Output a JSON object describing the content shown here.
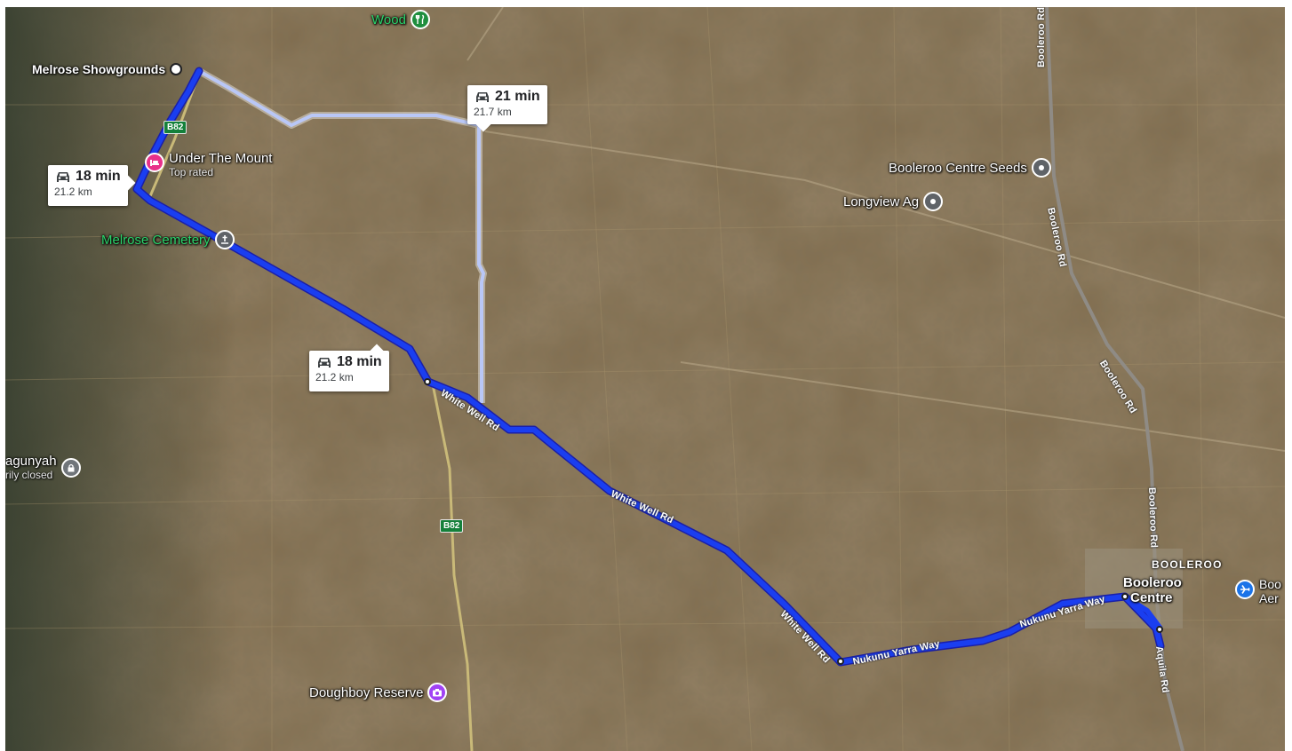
{
  "map": {
    "origin_label": "Melrose Showgrounds",
    "places": {
      "wood": {
        "name": "Wood",
        "icon": "restaurant-icon",
        "color": "#1e8e3e"
      },
      "under_the_mount": {
        "name": "Under The Mount",
        "subtitle": "Top rated",
        "icon": "hotel-icon",
        "color": "#e8318a"
      },
      "melrose_cemetery": {
        "name": "Melrose Cemetery",
        "icon": "cemetery-icon",
        "color": "#1e8e3e"
      },
      "booleroo_centre_seeds": {
        "name": "Booleroo Centre Seeds",
        "icon": "place-icon",
        "color": "#5f6368"
      },
      "longview_ag": {
        "name": "Longview Ag",
        "icon": "place-icon",
        "color": "#5f6368"
      },
      "agunyah": {
        "name": "agunyah",
        "subtitle": "rily closed",
        "icon": "lock-icon",
        "color": "#70757a"
      },
      "doughboy_reserve": {
        "name": "Doughboy Reserve",
        "icon": "camera-icon",
        "color": "#a142f4"
      },
      "booleroo_aero": {
        "name": "Boo",
        "subtitle": "Aer",
        "icon": "airport-icon",
        "color": "#1a73e8"
      }
    },
    "routes": {
      "primary_color": "#1a3ef0",
      "alternate_color": "#b9c7f7",
      "chip_alternate": {
        "time": "21 min",
        "distance": "21.7 km"
      },
      "chip_primary_top": {
        "time": "18 min",
        "distance": "21.2 km"
      },
      "chip_primary_mid": {
        "time": "18 min",
        "distance": "21.2 km"
      }
    },
    "roads": {
      "booleroo_rd_1": "Booleroo Rd",
      "booleroo_rd_2": "Booleroo Rd",
      "booleroo_rd_3": "Booleroo Rd",
      "booleroo_rd_4": "Booleroo Rd",
      "white_well_rd_1": "White Well Rd",
      "white_well_rd_2": "White Well Rd",
      "white_well_rd_3": "White Well Rd",
      "nukunu_yarra_way_1": "Nukunu Yarra Way",
      "nukunu_yarra_way_2": "Nukunu Yarra Way",
      "aquila_rd": "Aquila Rd",
      "shield_b82_top": "B82",
      "shield_b82_mid": "B82"
    },
    "towns": {
      "booleroo_caps": "BOOLEROO",
      "booleroo_centre_line1": "Booleroo",
      "booleroo_centre_line2": "Centre"
    }
  }
}
